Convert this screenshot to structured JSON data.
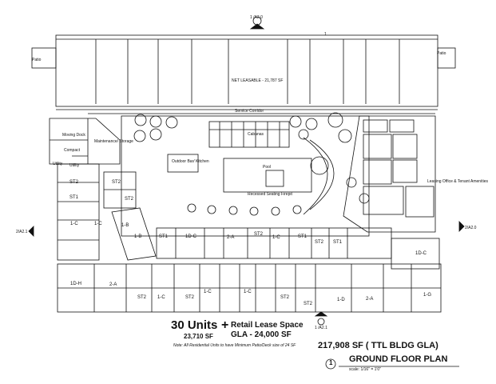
{
  "markers": {
    "top": "1 /A2.0",
    "bottom": "1 /A2.1",
    "left": "2/A2.1",
    "right": "2/A2.0",
    "top_right_tag": "1"
  },
  "retail": {
    "net_leasable": "NET LEASABLE - 21,787 SF",
    "patio_left": "Patio",
    "patio_right": "Patio"
  },
  "spaces": {
    "service_corridor": "Service Corridor",
    "cabanas": "Cabanas",
    "moving_dock": "Moving Dock",
    "compact": "Compact",
    "maintenance": "Maintenance/ Storage",
    "utility": "Utility",
    "utility2": "Utility",
    "outdoor_bar": "Outdoor Bar/ Kitchen",
    "pool": "Pool",
    "recessed_seating": "Recessed Seating Firepit",
    "leasing_office": "Leasing Office & Tenant Amenities"
  },
  "units": {
    "west_stack": [
      "ST2",
      "ST1",
      "1-C",
      "1-C",
      "1-B"
    ],
    "inner_left": [
      "ST2",
      "ST2",
      "1-B"
    ],
    "north_row": [
      "ST1",
      "1D-C",
      "2-A",
      "ST2",
      "1-C",
      "ST1",
      "ST2",
      "ST1",
      "1D-C"
    ],
    "south_row": [
      "1D-H",
      "2-A",
      "ST2",
      "1-C",
      "ST2",
      "1-C",
      "1-C",
      "ST2",
      "ST2",
      "1-D",
      "2-A",
      "1-G"
    ]
  },
  "summary": {
    "units": "30 Units",
    "units_sf": "23,710 SF",
    "plus": "+",
    "retail_line1": "Retail Lease Space",
    "retail_line2": "GLA - 24,000 SF",
    "note": "Note: All Residential Units to have Minimum Patio/Deck size of 24 SF",
    "total": "217,908 SF ( TTL  BLDG GLA)",
    "sheet_number": "1",
    "sheet_title": "GROUND FLOOR PLAN",
    "scale": "scale: 1/16\" = 1'0\""
  }
}
